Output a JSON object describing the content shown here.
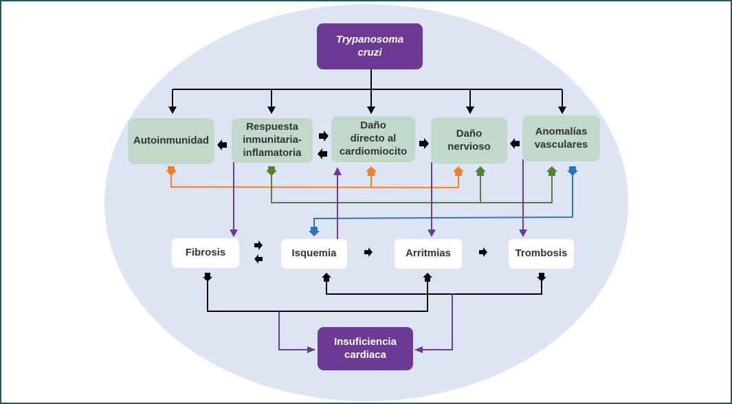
{
  "diagram": {
    "title_node": {
      "label": "Trypanosoma\ncruzi",
      "style": "italic"
    },
    "mechanisms": [
      {
        "id": "autoinmunidad",
        "label": "Autoinmunidad"
      },
      {
        "id": "respuesta",
        "label": "Respuesta\ninmunitaria-\ninflamatoria"
      },
      {
        "id": "dano-directo",
        "label": "Daño\ndirecto al\ncardiomiocito"
      },
      {
        "id": "dano-nervioso",
        "label": "Daño\nnervioso"
      },
      {
        "id": "anomalias",
        "label": "Anomalías\nvasculares"
      }
    ],
    "effects": [
      {
        "id": "fibrosis",
        "label": "Fibrosis"
      },
      {
        "id": "isquemia",
        "label": "Isquemia"
      },
      {
        "id": "arritmias",
        "label": "Arritmias"
      },
      {
        "id": "trombosis",
        "label": "Trombosis"
      }
    ],
    "outcome_node": {
      "label": "Insuficiencia\ncardiaca"
    },
    "colors": {
      "purple": "#6d3a93",
      "green_box": "#c0d9cc",
      "background_ellipse": "#dde5f4",
      "orange": "#f08030",
      "green_line": "#548235",
      "blue": "#2e75b6",
      "black": "#000000",
      "frame": "#1e5a5a"
    },
    "edges": [
      {
        "from": "Trypanosoma cruzi",
        "to": [
          "Autoinmunidad",
          "Respuesta inmunitaria-inflamatoria",
          "Daño directo al cardiomiocito",
          "Daño nervioso",
          "Anomalías vasculares"
        ],
        "color": "black"
      },
      {
        "from": "Respuesta inmunitaria-inflamatoria",
        "to": "Autoinmunidad",
        "color": "black"
      },
      {
        "from": "Respuesta inmunitaria-inflamatoria",
        "to": "Daño directo al cardiomiocito",
        "color": "black",
        "bidirectional": true
      },
      {
        "from": "Daño directo al cardiomiocito",
        "to": "Daño nervioso",
        "color": "black"
      },
      {
        "from": "Anomalías vasculares",
        "to": "Daño nervioso",
        "color": "black"
      },
      {
        "from": "Autoinmunidad",
        "to": [
          "Daño directo al cardiomiocito",
          "Daño nervioso"
        ],
        "color": "orange"
      },
      {
        "from": "Respuesta inmunitaria-inflamatoria",
        "to": [
          "Daño nervioso",
          "Anomalías vasculares"
        ],
        "color": "green"
      },
      {
        "from": "Anomalías vasculares",
        "to": "Isquemia",
        "color": "blue"
      },
      {
        "from": "Respuesta inmunitaria-inflamatoria",
        "to": "Fibrosis",
        "color": "purple"
      },
      {
        "from": "Isquemia",
        "to": "Daño directo al cardiomiocito",
        "color": "purple"
      },
      {
        "from": "Daño nervioso",
        "to": "Arritmias",
        "color": "purple"
      },
      {
        "from": "Anomalías vasculares",
        "to": "Trombosis",
        "color": "purple"
      },
      {
        "from": "Fibrosis",
        "to": "Isquemia",
        "color": "black",
        "bidirectional": true
      },
      {
        "from": "Isquemia",
        "to": "Arritmias",
        "color": "black"
      },
      {
        "from": "Arritmias",
        "to": "Trombosis",
        "color": "black"
      },
      {
        "from": "Trombosis",
        "to": "Isquemia",
        "color": "black"
      },
      {
        "from": "Fibrosis",
        "to": "Arritmias",
        "color": "black"
      },
      {
        "from": [
          "Fibrosis",
          "Arritmias",
          "Isquemia",
          "Trombosis"
        ],
        "to": "Insuficiencia cardiaca",
        "color": "purple"
      }
    ]
  }
}
